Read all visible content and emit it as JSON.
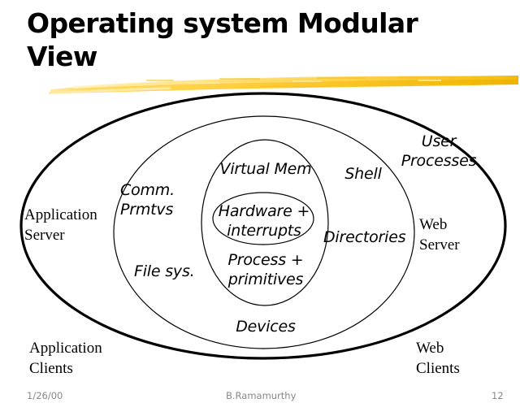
{
  "slide": {
    "title": "Operating system Modular\nView",
    "accent_color": "#f5c518",
    "text_color": "#000000",
    "background_color": "#ffffff"
  },
  "diagram": {
    "type": "concentric-ellipses",
    "ring_count": 4,
    "inner_labels": [
      {
        "id": "virtual-mem",
        "text": "Virtual Mem",
        "ring": 3
      },
      {
        "id": "comm-prmtvs",
        "text": "Comm.\nPrmtvs",
        "ring": 2
      },
      {
        "id": "hardware",
        "text": "Hardware +\ninterrupts",
        "ring": 4
      },
      {
        "id": "process",
        "text": "Process +\nprimitives",
        "ring": 3
      },
      {
        "id": "file-sys",
        "text": "File sys.",
        "ring": 2
      },
      {
        "id": "devices",
        "text": "Devices",
        "ring": 2
      },
      {
        "id": "shell",
        "text": "Shell",
        "ring": 2
      },
      {
        "id": "directories",
        "text": "Directories",
        "ring": 2
      },
      {
        "id": "user-processes",
        "text": "User\nProcesses",
        "ring": 1
      }
    ],
    "outer_labels": [
      {
        "id": "application-server",
        "text": "Application\nServer"
      },
      {
        "id": "web-server",
        "text": "Web\nServer"
      },
      {
        "id": "application-clients",
        "text": "Application\nClients"
      },
      {
        "id": "web-clients",
        "text": "Web\nClients"
      }
    ]
  },
  "footer": {
    "date": "1/26/00",
    "author": "B.Ramamurthy",
    "page": "12",
    "color": "#888888"
  }
}
